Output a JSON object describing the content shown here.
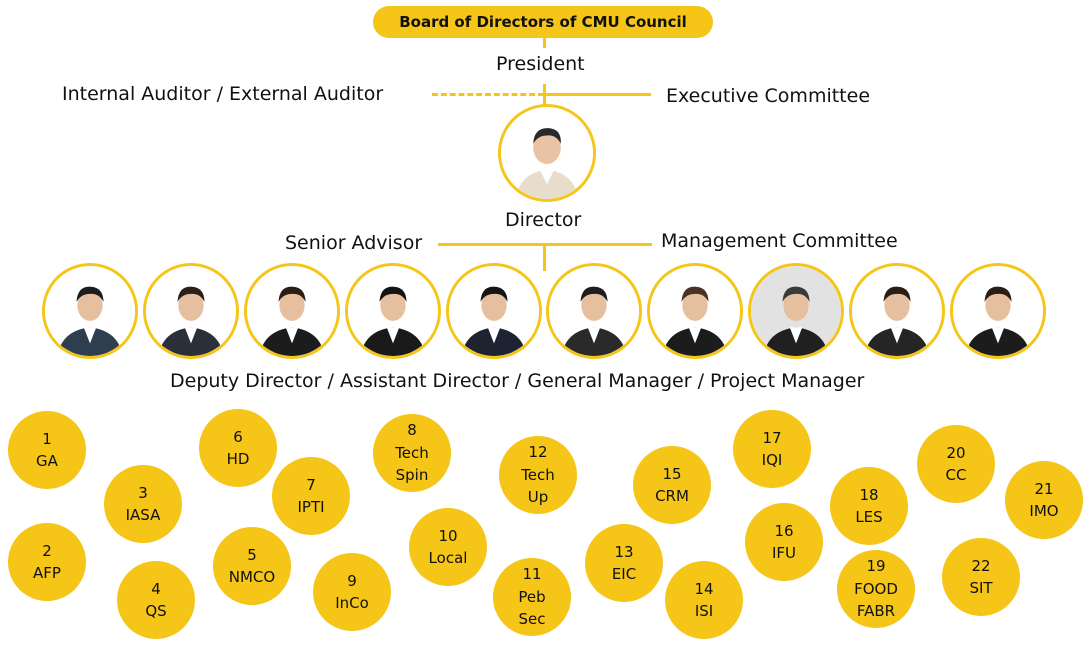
{
  "board": {
    "label": "Board of Directors of CMU Council"
  },
  "president": {
    "label": "President"
  },
  "internal_external_auditor": {
    "label": "Internal Auditor / External Auditor"
  },
  "executive_committee": {
    "label": "Executive Committee"
  },
  "director": {
    "label": "Director"
  },
  "senior_advisor": {
    "label": "Senior Advisor"
  },
  "management_committee": {
    "label": "Management Committee"
  },
  "deputy_row": {
    "label": "Deputy Director / Assistant Director / General Manager / Project Manager"
  },
  "colors": {
    "accent": "#f5c518",
    "text": "#111111",
    "background": "#ffffff"
  },
  "units": [
    {
      "num": "1",
      "lines": [
        "GA"
      ]
    },
    {
      "num": "2",
      "lines": [
        "AFP"
      ]
    },
    {
      "num": "3",
      "lines": [
        "IASA"
      ]
    },
    {
      "num": "4",
      "lines": [
        "QS"
      ]
    },
    {
      "num": "5",
      "lines": [
        "NMCO"
      ]
    },
    {
      "num": "6",
      "lines": [
        "HD"
      ]
    },
    {
      "num": "7",
      "lines": [
        "IPTI"
      ]
    },
    {
      "num": "8",
      "lines": [
        "Tech",
        "Spin"
      ]
    },
    {
      "num": "9",
      "lines": [
        "InCo"
      ]
    },
    {
      "num": "10",
      "lines": [
        "Local"
      ]
    },
    {
      "num": "11",
      "lines": [
        "Peb",
        "Sec"
      ]
    },
    {
      "num": "12",
      "lines": [
        "Tech",
        "Up"
      ]
    },
    {
      "num": "13",
      "lines": [
        "EIC"
      ]
    },
    {
      "num": "14",
      "lines": [
        "ISI"
      ]
    },
    {
      "num": "15",
      "lines": [
        "CRM"
      ]
    },
    {
      "num": "16",
      "lines": [
        "IFU"
      ]
    },
    {
      "num": "17",
      "lines": [
        "IQI"
      ]
    },
    {
      "num": "18",
      "lines": [
        "LES"
      ]
    },
    {
      "num": "19",
      "lines": [
        "FOOD",
        "FABR"
      ]
    },
    {
      "num": "20",
      "lines": [
        "CC"
      ]
    },
    {
      "num": "21",
      "lines": [
        "IMO"
      ]
    },
    {
      "num": "22",
      "lines": [
        "SIT"
      ]
    }
  ]
}
